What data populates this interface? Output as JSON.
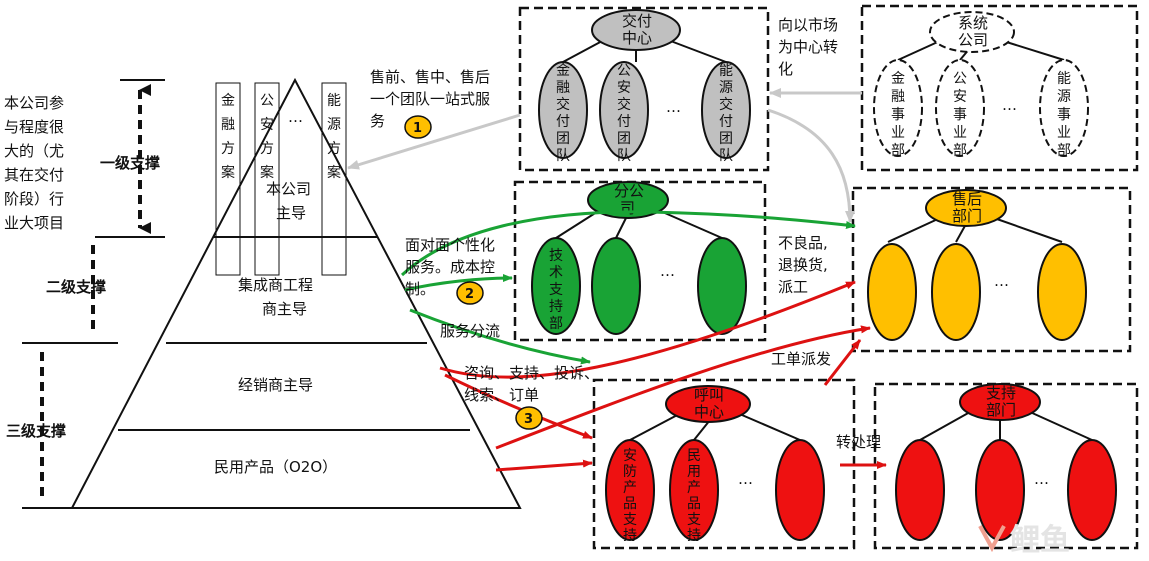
{
  "left_note": [
    "本公司参",
    "与程度很",
    "大的（尤",
    "其在交付",
    "阶段）行",
    "业大项目"
  ],
  "support_levels": {
    "level1": "一级支撑",
    "level2": "二级支撑",
    "level3": "三级支撑"
  },
  "pyramid": {
    "top": [
      "本公司",
      "主导"
    ],
    "second": [
      "集成商工程",
      "商主导"
    ],
    "third": "经销商主导",
    "bottom": "民用产品（O2O）",
    "solutions": [
      "金融方案",
      "公安方案",
      "能源方案"
    ],
    "ellipsis": "…"
  },
  "annotations": {
    "pre_sale": [
      "售前、售中、售后",
      "一个团队一站式服",
      "务"
    ],
    "market": [
      "向以市场",
      "为中心转",
      "化"
    ],
    "personal": [
      "面对面个性化",
      "服务。成本控",
      "制。"
    ],
    "split": "服务分流",
    "consult": [
      "咨询、支持、投诉、",
      "线索、订单"
    ],
    "defect": [
      "不良品,",
      "退换货,",
      "派工"
    ],
    "dispatch": "工单派发",
    "transfer": "转处理"
  },
  "badges": [
    "1",
    "2",
    "3"
  ],
  "boxes": {
    "delivery": {
      "root": [
        "交付",
        "中心"
      ],
      "children": [
        "金融交付团队",
        "公安交付团队",
        "能源交付团队"
      ]
    },
    "system": {
      "root": [
        "系统",
        "公司"
      ],
      "children": [
        "金融事业部",
        "公安事业部",
        "能源事业部"
      ]
    },
    "branch": {
      "root": [
        "分公",
        "司"
      ],
      "children": [
        "技术支持部"
      ]
    },
    "aftersale": {
      "root": [
        "售后",
        "部门"
      ]
    },
    "callcenter": {
      "root": [
        "呼叫",
        "中心"
      ],
      "children": [
        "安防产品支持",
        "民用产品支持"
      ]
    },
    "support": {
      "root": [
        "支持",
        "部门"
      ]
    }
  },
  "watermark": "鲤鱼",
  "colors": {
    "gray": "#c0c0c0",
    "green": "#19a335",
    "yellow": "#ffbf00",
    "red": "#ee1111",
    "arrow_red": "#dd1111"
  }
}
